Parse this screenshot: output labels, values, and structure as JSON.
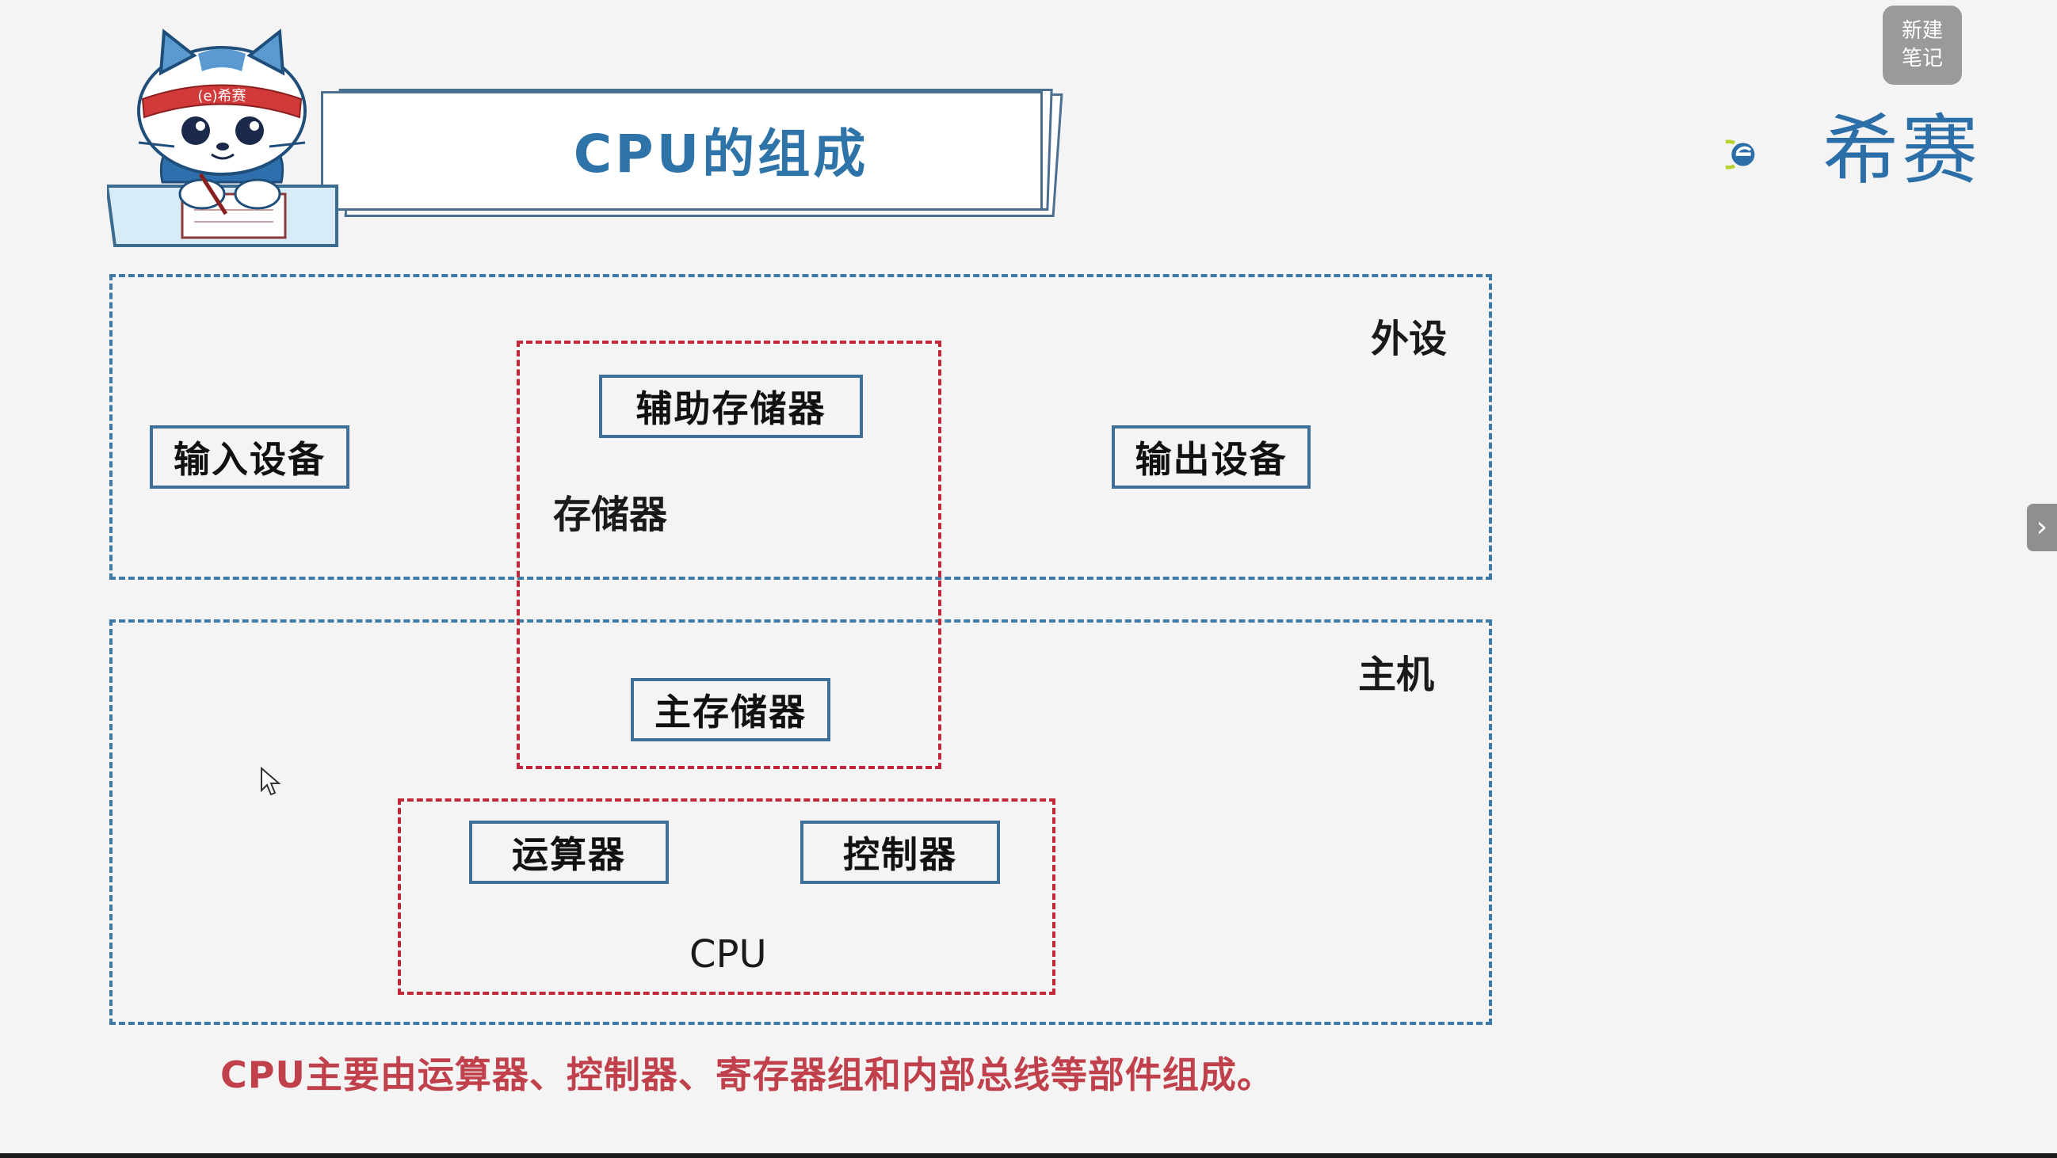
{
  "title": "CPU的组成",
  "note_button": {
    "line1": "新建",
    "line2": "笔记"
  },
  "logo": {
    "text": "希赛"
  },
  "mascot": {
    "headband_text": "(e)希赛"
  },
  "regions": {
    "peripherals": "外设",
    "host": "主机",
    "storage": "存储器",
    "cpu": "CPU"
  },
  "components": {
    "input_device": "输入设备",
    "auxiliary_storage": "辅助存储器",
    "output_device": "输出设备",
    "main_storage": "主存储器",
    "alu": "运算器",
    "controller": "控制器"
  },
  "caption": "CPU主要由运算器、控制器、寄存器组和内部总线等部件组成。",
  "colors": {
    "blue_dashed": "#3d7aa8",
    "red_dashed": "#c0283a",
    "title": "#2e74a8",
    "caption": "#c0404c"
  }
}
